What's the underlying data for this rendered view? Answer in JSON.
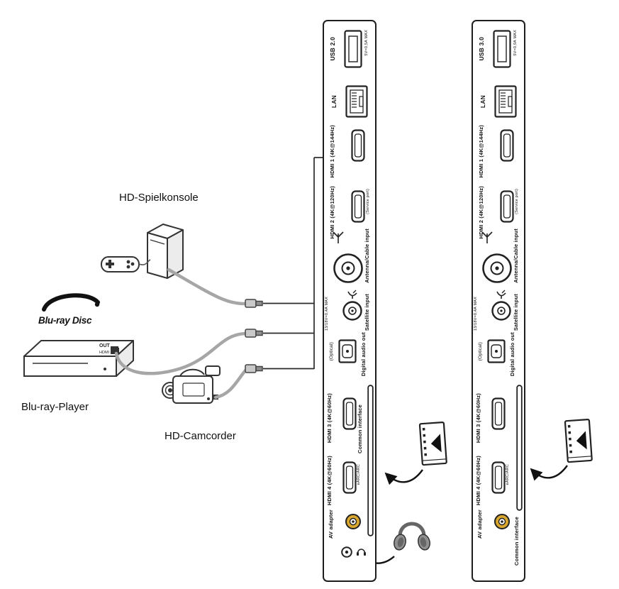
{
  "devices": {
    "console": {
      "label": "HD-Spielkonsole"
    },
    "bluray": {
      "logo": "Blu-ray Disc",
      "label": "Blu-ray-Player",
      "port_out": "OUT",
      "port_hdmi": "HDMI"
    },
    "camcorder": {
      "label": "HD-Camcorder"
    }
  },
  "panel_left": {
    "usb_label": "USB 2.0",
    "usb_rating": "5V=0,5A MAX",
    "lan_label": "LAN",
    "hdmi1_label": "HDMI 1 (4K@144Hz)",
    "hdmi2_label": "HDMI 2 (4K@120Hz)",
    "service_note": "(Service port)",
    "antenna_label": "Antenna/Cable input",
    "satellite_label": "Satellite input",
    "satellite_rating": "13/18V=0,4A MAX",
    "digital_audio_label": "Digital audio out",
    "optical_note": "(Optical)",
    "ci_label": "Common interface",
    "hdmi3_label": "HDMI 3 (4K@60Hz)",
    "hdmi4_label": "HDMI 4 (4K@60Hz)",
    "earc_note": "eARC/ARC",
    "av_label": "AV adapter"
  },
  "panel_right": {
    "usb_label": "USB 3.0",
    "usb_rating": "5V=0,9A MAX",
    "lan_label": "LAN",
    "hdmi1_label": "HDMI 1 (4K@144Hz)",
    "hdmi2_label": "HDMI 2 (4K@120Hz)",
    "service_note": "(Service port)",
    "antenna_label": "Antenna/Cable input",
    "satellite_label": "Satellite input",
    "satellite_rating": "13/18V=0,4A MAX",
    "digital_audio_label": "Digital audio out",
    "optical_note": "(Optical)",
    "ci_label": "Common interface",
    "hdmi3_label": "HDMI 3 (4K@60Hz)",
    "hdmi4_label": "HDMI 4 (4K@60Hz)",
    "earc_note": "eARC/ARC",
    "av_label": "AV adapter"
  }
}
